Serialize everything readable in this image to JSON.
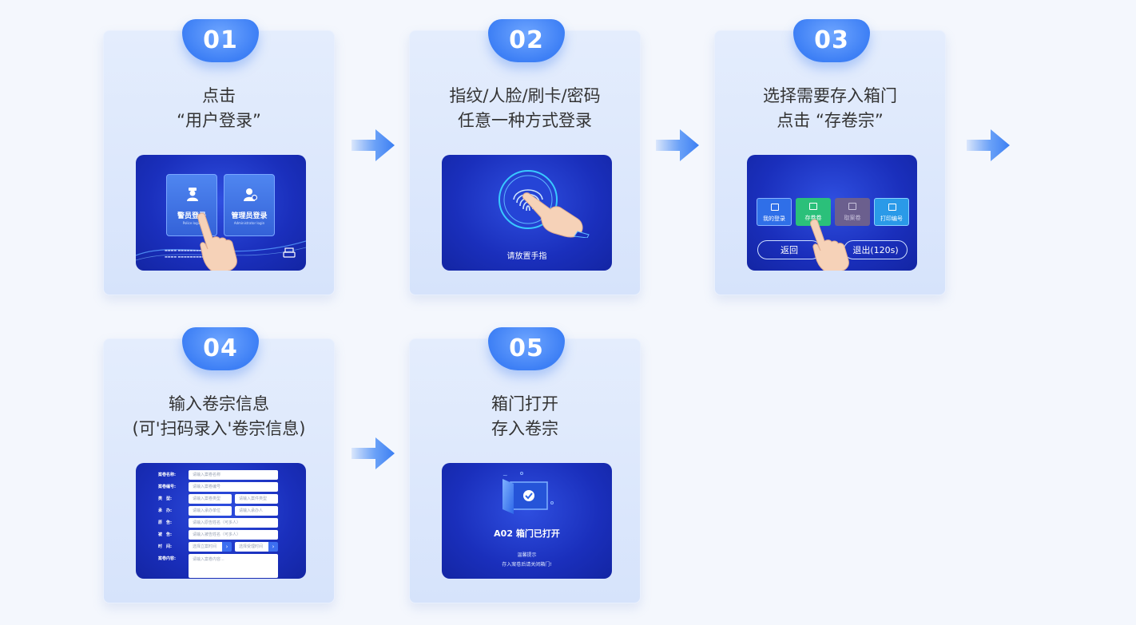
{
  "steps": [
    {
      "number": "01",
      "title_lines": [
        "点击",
        "“用户登录”"
      ]
    },
    {
      "number": "02",
      "title_lines": [
        "指纹/人脸/刷卡/密码",
        "任意一种方式登录"
      ]
    },
    {
      "number": "03",
      "title_lines": [
        "选择需要存入箱门",
        "点击 “存卷宗”"
      ]
    },
    {
      "number": "04",
      "title_lines": [
        "输入卷宗信息",
        "(可'扫码录入'卷宗信息)"
      ]
    },
    {
      "number": "05",
      "title_lines": [
        "箱门打开",
        "存入卷宗"
      ]
    }
  ],
  "screen1": {
    "tiles": [
      {
        "label": "警员登录",
        "sub": "Police login"
      },
      {
        "label": "管理员登录",
        "sub": "Administrator login"
      }
    ]
  },
  "screen2": {
    "caption": "请放置手指"
  },
  "screen3": {
    "buttons": [
      {
        "label": "我的登录",
        "color": "#2f6fe8"
      },
      {
        "label": "存卷卷",
        "color": "#2bc07a"
      },
      {
        "label": "取案卷",
        "color": "#6b5f8e"
      },
      {
        "label": "打印编号",
        "color": "#2a9ae8"
      }
    ],
    "back_label": "返回",
    "exit_label": "退出(120s)"
  },
  "screen4": {
    "fields": [
      {
        "label": "案卷名称:",
        "inputs": [
          "请输入案卷名称"
        ]
      },
      {
        "label": "案卷编号:",
        "inputs": [
          "请输入案卷编号"
        ]
      },
      {
        "label": "类　型:",
        "inputs": [
          "请输入案卷类型",
          "请输入案件类型"
        ]
      },
      {
        "label": "承　办:",
        "inputs": [
          "请输入承办单位",
          "请输入承办人"
        ]
      },
      {
        "label": "原　告:",
        "inputs": [
          "请输入原告姓名（可多人）"
        ]
      },
      {
        "label": "被　告:",
        "inputs": [
          "请输入被告姓名（可多人）"
        ]
      },
      {
        "label": "时　间:",
        "inputs": [
          "选择立案时间",
          "选择受理时间"
        ]
      },
      {
        "label": "案卷内容:",
        "inputs": [
          "请输入案卷内容..."
        ]
      }
    ]
  },
  "screen5": {
    "status": "A02 箱门已打开",
    "tip_title": "温馨提示",
    "tip_text": "存入案卷后请关闭箱门!"
  },
  "colors": {
    "badge": "#3d7ff5",
    "arrow": "#4d8df5",
    "screen": "#1a2fbc"
  }
}
